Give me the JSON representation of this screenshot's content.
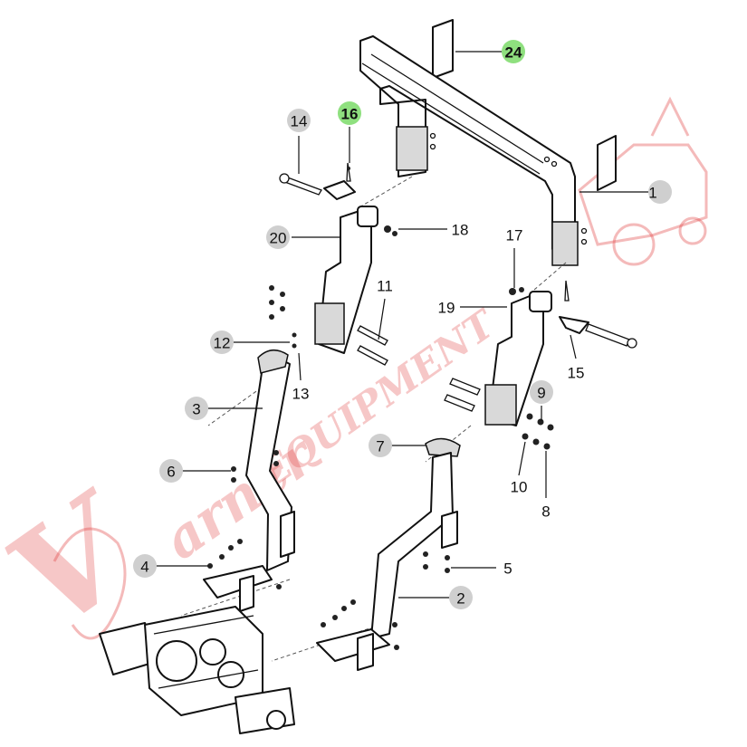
{
  "callouts": [
    {
      "id": "c1",
      "label": "1",
      "highlight": false
    },
    {
      "id": "c2",
      "label": "2",
      "highlight": false
    },
    {
      "id": "c3",
      "label": "3",
      "highlight": false
    },
    {
      "id": "c4",
      "label": "4",
      "highlight": false
    },
    {
      "id": "c5",
      "label": "5",
      "highlight": false
    },
    {
      "id": "c6",
      "label": "6",
      "highlight": false
    },
    {
      "id": "c7",
      "label": "7",
      "highlight": false
    },
    {
      "id": "c8",
      "label": "8",
      "highlight": false
    },
    {
      "id": "c9",
      "label": "9",
      "highlight": false
    },
    {
      "id": "c10",
      "label": "10",
      "highlight": false
    },
    {
      "id": "c11",
      "label": "11",
      "highlight": false
    },
    {
      "id": "c12",
      "label": "12",
      "highlight": false
    },
    {
      "id": "c13",
      "label": "13",
      "highlight": false
    },
    {
      "id": "c14",
      "label": "14",
      "highlight": false
    },
    {
      "id": "c15",
      "label": "15",
      "highlight": false
    },
    {
      "id": "c16",
      "label": "16",
      "highlight": true
    },
    {
      "id": "c17",
      "label": "17",
      "highlight": false
    },
    {
      "id": "c18",
      "label": "18",
      "highlight": false
    },
    {
      "id": "c19",
      "label": "19",
      "highlight": false
    },
    {
      "id": "c20",
      "label": "20",
      "highlight": false
    },
    {
      "id": "c24",
      "label": "24",
      "highlight": true
    }
  ],
  "watermark": {
    "text": "VarnerEQUIPMENT",
    "color": "#e03a3a"
  },
  "colors": {
    "highlight": "#8fe07f",
    "callout": "#cfcfcf",
    "line": "#111111"
  }
}
